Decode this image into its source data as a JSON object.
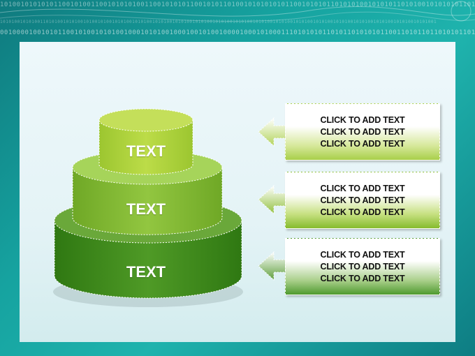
{
  "background": {
    "binary_rows": [
      "1010010101010110010100110010101010011001010101100101011010010101010101100101010110101010010101011010100101010101101010010101010101011010101101",
      "10101001010100110101001010100101001010010101001010100101010010101001010100101010010101001010100101010010101001010100101010010101001010100101010010101001",
      "0010000100101011001010010101001000101010010001001010010000100010100011101010101101011010101011001101011011010101101011010110101"
    ],
    "colors": {
      "teal": "#16a3a0",
      "panel": "#e8f5f8"
    }
  },
  "diagram": {
    "tiers": [
      {
        "label": "TEXT",
        "color_top": "#b9d94a",
        "color_body": "#a4cc2e"
      },
      {
        "label": "TEXT",
        "color_top": "#9cd04a",
        "color_body": "#80b82e"
      },
      {
        "label": "TEXT",
        "color_top": "#6fae3c",
        "color_body": "#3f8a1a"
      }
    ],
    "boxes": [
      {
        "lines": [
          "CLICK TO ADD TEXT",
          "CLICK TO ADD TEXT",
          "CLICK TO ADD TEXT"
        ]
      },
      {
        "lines": [
          "CLICK TO ADD TEXT",
          "CLICK TO ADD TEXT",
          "CLICK TO ADD TEXT"
        ]
      },
      {
        "lines": [
          "CLICK TO ADD TEXT",
          "CLICK TO ADD TEXT",
          "CLICK TO ADD TEXT"
        ]
      }
    ]
  }
}
